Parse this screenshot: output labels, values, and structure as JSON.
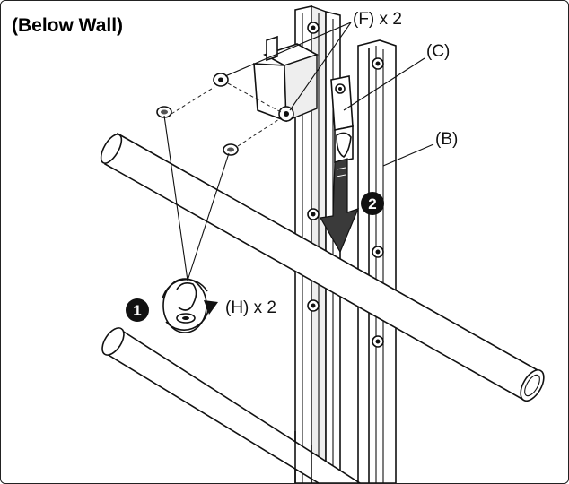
{
  "title": "(Below Wall)",
  "labels": {
    "f": "(F) x 2",
    "c": "(C)",
    "b": "(B)",
    "h": "(H) x 2"
  },
  "steps": {
    "one": "1",
    "two": "2"
  },
  "colors": {
    "ink": "#111111",
    "step_badge": "#111111",
    "arrow_fill": "#3a3a3a"
  },
  "icons": {
    "step_one_action": "rotate-clockwise-arrow-icon",
    "step_two_action": "push-down-arrow-icon"
  }
}
